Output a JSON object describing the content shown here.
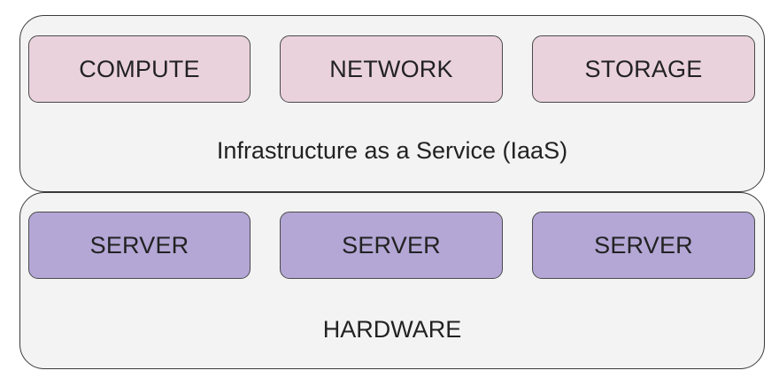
{
  "iaas_layer": {
    "label": "Infrastructure as a Service (IaaS)",
    "fill_color": "#f3f3f3",
    "components": [
      {
        "label": "COMPUTE"
      },
      {
        "label": "NETWORK"
      },
      {
        "label": "STORAGE"
      }
    ],
    "component_color": "#ead2dc"
  },
  "hardware_layer": {
    "label": "HARDWARE",
    "fill_color": "#f3f3f3",
    "components": [
      {
        "label": "SERVER"
      },
      {
        "label": "SERVER"
      },
      {
        "label": "SERVER"
      }
    ],
    "component_color": "#b4a7d6"
  }
}
